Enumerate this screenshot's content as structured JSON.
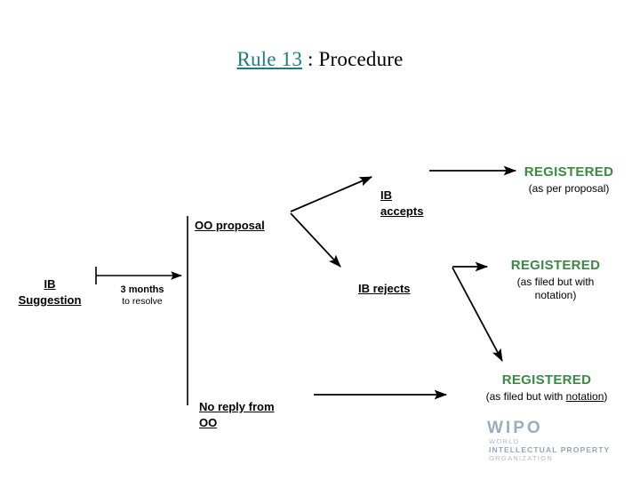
{
  "slide": {
    "title": {
      "rule_link": "Rule 13",
      "rest": " : Procedure"
    },
    "background_color": "#ffffff"
  },
  "colors": {
    "title_link": "#1d7c82",
    "registered_green": "#3a8a42",
    "text_black": "#000000",
    "watermark": "#9fb0c4"
  },
  "flow": {
    "start_label": "IB\nSuggestion",
    "duration": {
      "main": "3 months",
      "sub": "to resolve"
    },
    "proposal_label": "OO proposal",
    "branch_accept_label": "IB\naccepts",
    "branch_reject_label": "IB rejects",
    "branch_noreply_label": "No reply from \nOO"
  },
  "outcomes": [
    {
      "headline": "REGISTERED",
      "sub_line1": "(as per  proposal)",
      "sub_line2": ""
    },
    {
      "headline": "REGISTERED",
      "sub_line1": "(as filed but with",
      "sub_line2": "notation)"
    },
    {
      "headline": "REGISTERED",
      "sub_pre": "(as filed but with ",
      "sub_underlined": "notation",
      "sub_post": ")"
    }
  ],
  "watermark": {
    "main": "WIPO",
    "line1": "WORLD",
    "line2": "INTELLECTUAL PROPERTY",
    "line3": "ORGANIZATION"
  }
}
